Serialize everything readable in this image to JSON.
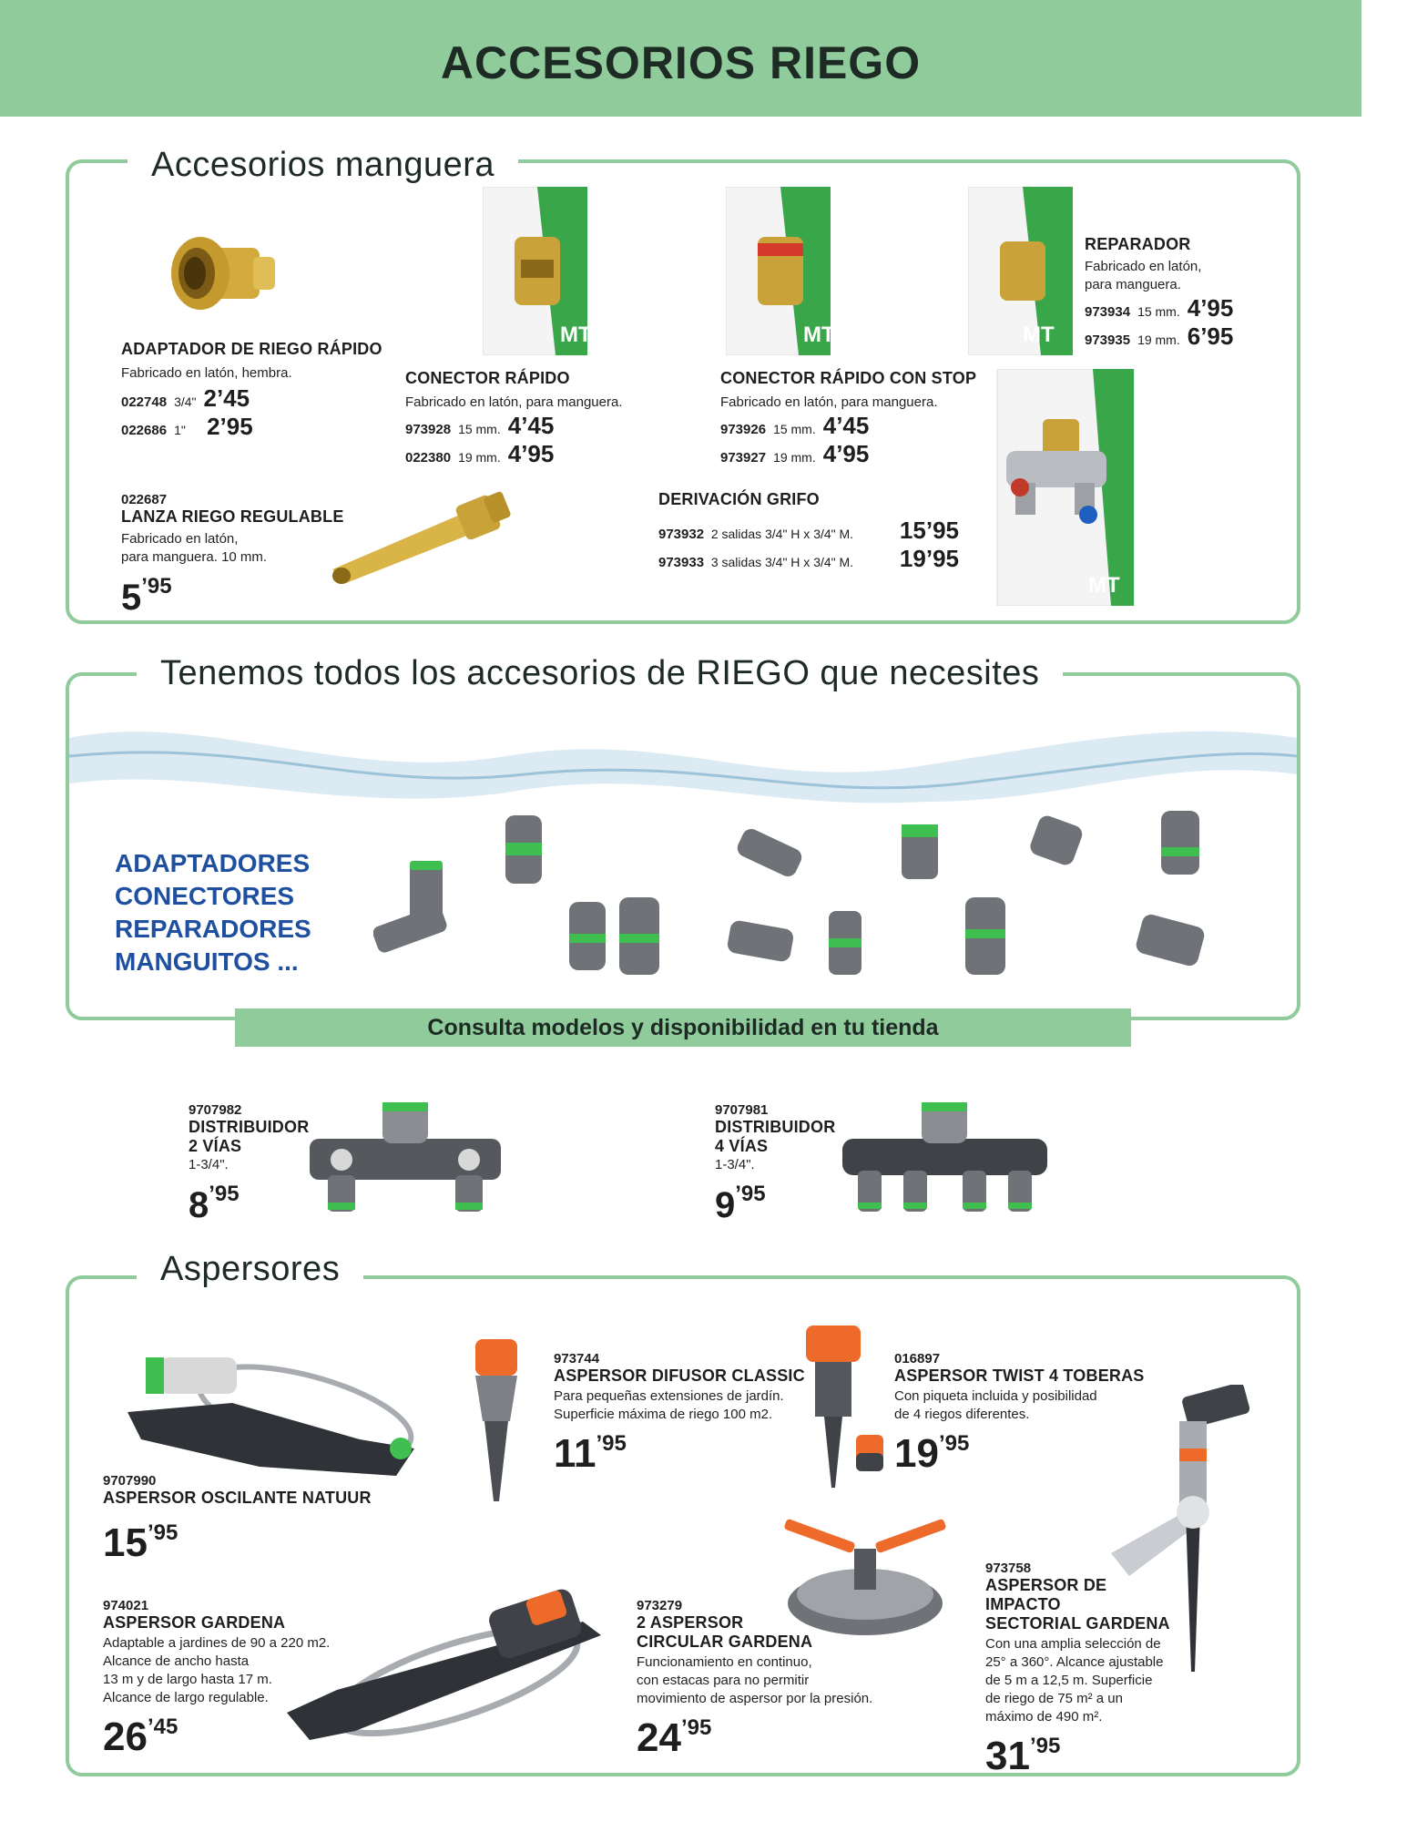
{
  "header": {
    "title": "ACCESORIOS RIEGO"
  },
  "sec_manguera": {
    "title": "Accesorios manguera",
    "adaptador": {
      "name": "ADAPTADOR DE RIEGO RÁPIDO",
      "desc": "Fabricado en latón, hembra.",
      "rows": [
        {
          "ref": "022748",
          "size": "3/4\"",
          "price": "2’45"
        },
        {
          "ref": "022686",
          "size": "1\"",
          "price": "2’95"
        }
      ]
    },
    "conector": {
      "name": "CONECTOR RÁPIDO",
      "desc": "Fabricado en latón, para manguera.",
      "rows": [
        {
          "ref": "973928",
          "size": "15 mm.",
          "price": "4’45"
        },
        {
          "ref": "022380",
          "size": "19 mm.",
          "price": "4’95"
        }
      ]
    },
    "conector_stop": {
      "name": "CONECTOR RÁPIDO CON STOP",
      "desc": "Fabricado en latón, para manguera.",
      "rows": [
        {
          "ref": "973926",
          "size": "15 mm.",
          "price": "4’45"
        },
        {
          "ref": "973927",
          "size": "19 mm.",
          "price": "4’95"
        }
      ]
    },
    "reparador": {
      "name": "REPARADOR",
      "desc1": "Fabricado en latón,",
      "desc2": "para manguera.",
      "rows": [
        {
          "ref": "973934",
          "size": "15 mm.",
          "price": "4’95"
        },
        {
          "ref": "973935",
          "size": "19 mm.",
          "price": "6’95"
        }
      ]
    },
    "lanza": {
      "ref": "022687",
      "name": "LANZA RIEGO REGULABLE",
      "desc1": "Fabricado en latón,",
      "desc2": "para manguera. 10 mm.",
      "price_int": "5",
      "price_dec": "’95"
    },
    "derivacion": {
      "name": "DERIVACIÓN GRIFO",
      "rows": [
        {
          "ref": "973932",
          "desc": "2 salidas 3/4\" H x 3/4\" M.",
          "price": "15’95"
        },
        {
          "ref": "973933",
          "desc": "3 salidas 3/4\" H x 3/4\" M.",
          "price": "19’95"
        }
      ]
    }
  },
  "sec_todos": {
    "title": "Tenemos todos los accesorios de RIEGO que necesites",
    "list": [
      "ADAPTADORES",
      "CONECTORES",
      "REPARADORES",
      "MANGUITOS ..."
    ],
    "consulta": "Consulta modelos y disponibilidad en tu tienda"
  },
  "distribuidores": [
    {
      "ref": "9707982",
      "name1": "DISTRIBUIDOR",
      "name2": "2 VÍAS",
      "desc": "1-3/4\".",
      "price_int": "8",
      "price_dec": "’95"
    },
    {
      "ref": "9707981",
      "name1": "DISTRIBUIDOR",
      "name2": "4 VÍAS",
      "desc": "1-3/4\".",
      "price_int": "9",
      "price_dec": "’95"
    }
  ],
  "sec_aspersores": {
    "title": "Aspersores",
    "oscilante": {
      "ref": "9707990",
      "name": "ASPERSOR OSCILANTE NATUUR",
      "price_int": "15",
      "price_dec": "’95"
    },
    "difusor": {
      "ref": "973744",
      "name": "ASPERSOR DIFUSOR CLASSIC",
      "desc1": "Para pequeñas extensiones de jardín.",
      "desc2": "Superficie máxima de riego 100 m2.",
      "price_int": "11",
      "price_dec": "’95"
    },
    "twist": {
      "ref": "016897",
      "name": "ASPERSOR TWIST 4 TOBERAS",
      "desc1": "Con piqueta incluida y posibilidad",
      "desc2": "de 4 riegos diferentes.",
      "price_int": "19",
      "price_dec": "’95"
    },
    "gardena": {
      "ref": "974021",
      "name": "ASPERSOR GARDENA",
      "desc1": "Adaptable a jardines de 90 a 220 m2.",
      "desc2": "Alcance de ancho hasta",
      "desc3": "13 m y de largo hasta 17 m.",
      "desc4": "Alcance de largo regulable.",
      "price_int": "26",
      "price_dec": "’45"
    },
    "circular": {
      "ref": "973279",
      "name1": "2 ASPERSOR",
      "name2": "CIRCULAR GARDENA",
      "desc1": "Funcionamiento en continuo,",
      "desc2": "con estacas para no permitir",
      "desc3": "movimiento de aspersor por la presión.",
      "price_int": "24",
      "price_dec": "’95"
    },
    "impacto": {
      "ref": "973758",
      "name1": "ASPERSOR DE IMPACTO",
      "name2": "SECTORIAL GARDENA",
      "desc1": "Con una amplia selección de",
      "desc2": "25° a 360°. Alcance ajustable",
      "desc3": "de 5 m a 12,5 m. Superficie",
      "desc4": "de riego de 75 m² a un",
      "desc5": "máximo de 490 m².",
      "price_int": "31",
      "price_dec": "’95"
    }
  },
  "colors": {
    "accent_green": "#8fcb9b",
    "brand_green": "#3aa64a",
    "list_blue": "#1f4fa0",
    "brass": "#c9a33a"
  }
}
